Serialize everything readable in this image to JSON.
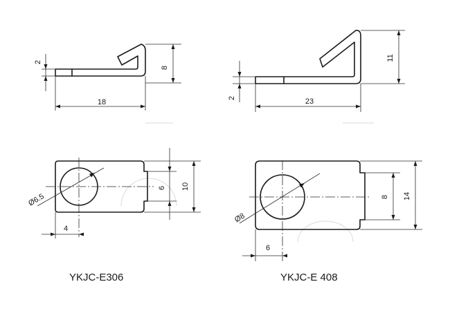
{
  "parts": [
    {
      "model": "YKJC-E306",
      "side_view": {
        "length": "18",
        "height": "8",
        "thickness": "2"
      },
      "top_view": {
        "hole_diameter": "Ø6.5",
        "hole_offset": "4",
        "slot_width": "6",
        "width": "10"
      }
    },
    {
      "model": "YKJC-E 408",
      "side_view": {
        "length": "23",
        "height": "11",
        "thickness": "2"
      },
      "top_view": {
        "hole_diameter": "Ø8",
        "hole_offset": "6",
        "slot_width": "8",
        "width": "14"
      }
    }
  ]
}
